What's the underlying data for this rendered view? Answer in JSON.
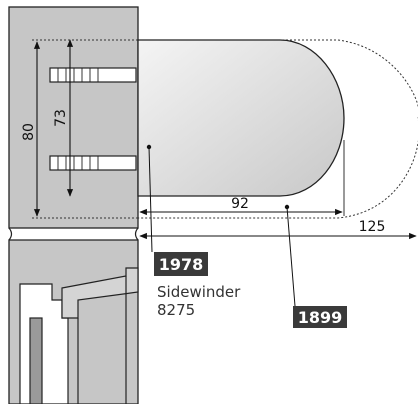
{
  "dimensions": {
    "height_80": "80",
    "pitch_73": "73",
    "depth_92": "92",
    "depth_125": "125"
  },
  "parts": {
    "wall_part": {
      "tag": "1978",
      "name_line1": "Sidewinder",
      "name_line2": "8275"
    },
    "glass_part": {
      "tag": "1899"
    }
  },
  "colors": {
    "wall_fill": "#c6c6c6",
    "tag_fill": "#3a3a3a",
    "outline": "#222222"
  }
}
